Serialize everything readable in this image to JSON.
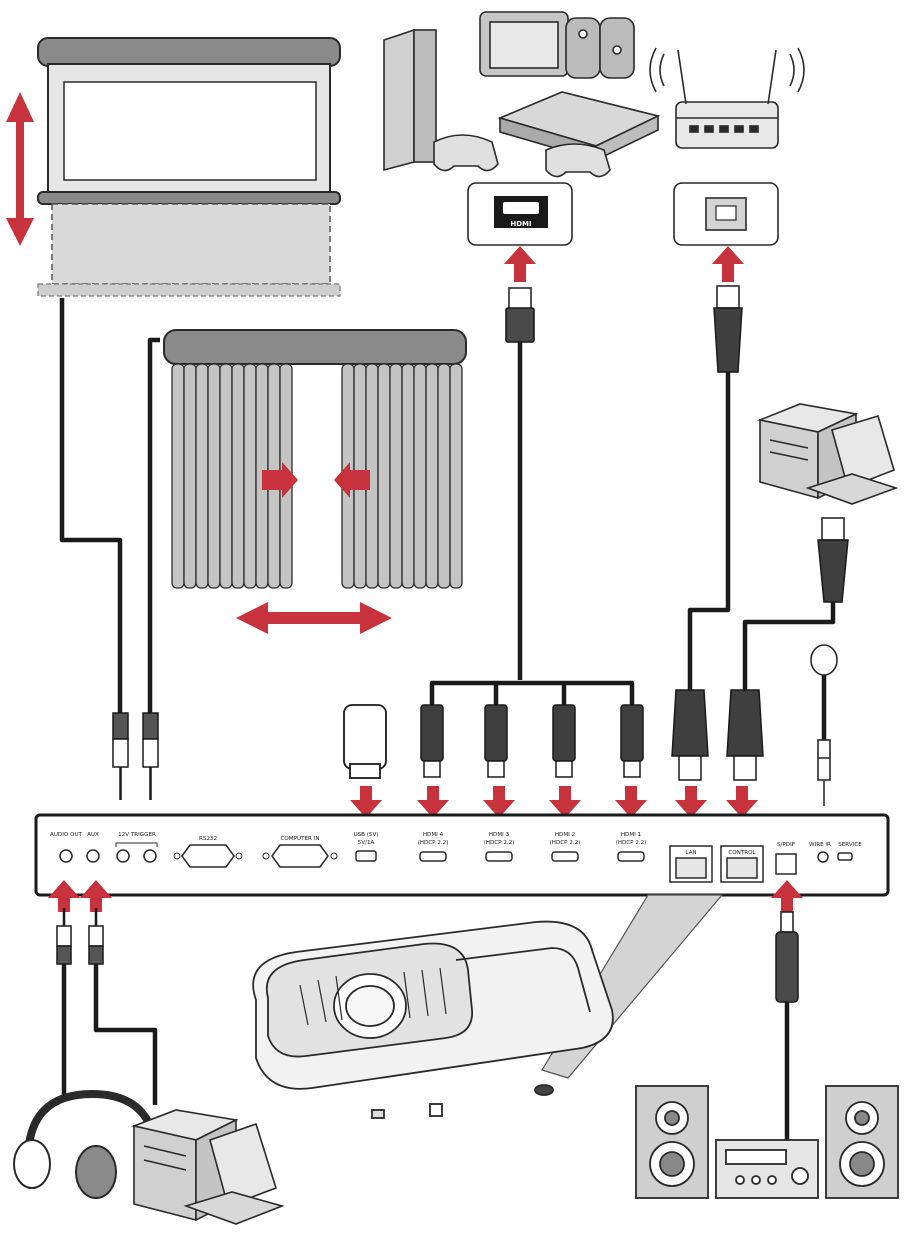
{
  "colors": {
    "accent_arrow": "#c8323c",
    "cable": "#1a1a1a",
    "device_fill": "#d9d9d9",
    "device_stroke": "#2a2a2a",
    "panel_fill": "#ffffff"
  },
  "hdmi_source": {
    "port_label": "HDMI"
  },
  "panel": {
    "ports": {
      "audio_out": "AUDIO OUT",
      "aux": "AUX",
      "trigger": "12V TRIGGER",
      "rs232": "RS232",
      "computer_in": "COMPUTER IN",
      "usb_a": "USB (5V)",
      "usb_a_sub": "5V/1A",
      "hdmi4": "HDMI 4",
      "hdmi4_sub": "(HDCP 2.2)",
      "hdmi3": "HDMI 3",
      "hdmi3_sub": "(HDCP 2.2)",
      "hdmi2": "HDMI 2",
      "hdmi2_sub": "(HDCP 2.2)",
      "hdmi1": "HDMI 1",
      "hdmi1_sub": "(HDCP 2.2)",
      "lan": "LAN",
      "control": "CONTROL",
      "spdif": "S/PDIF",
      "wired_ir": "WIRE IR",
      "service": "SERVICE"
    }
  },
  "icons": {
    "screen": "motorized-screen-icon",
    "curtain": "curtain-icon",
    "consoles": "game-consoles-icon",
    "router": "router-icon",
    "pc_top": "computer-icon",
    "pc_bottom": "computer-icon",
    "headphones": "headphones-icon",
    "speakers": "speaker-system-icon",
    "projector": "projector-icon",
    "ir_receiver": "ir-receiver-icon",
    "usb_dongle": "usb-dongle-icon"
  }
}
